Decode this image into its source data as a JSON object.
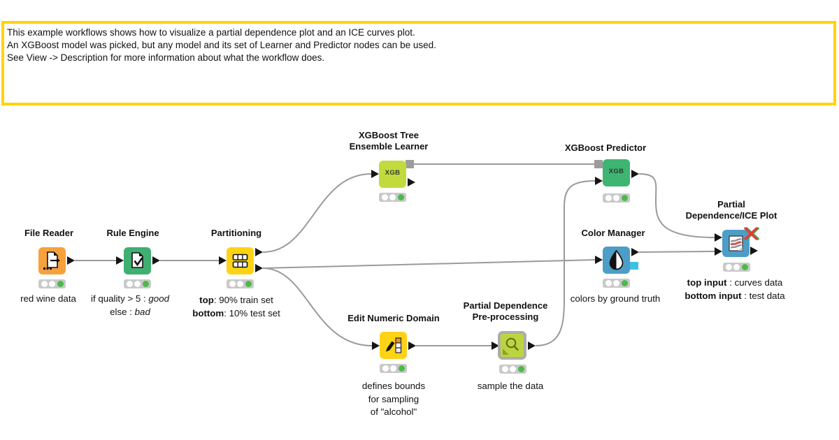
{
  "annotation": {
    "lines": [
      "This example workflows shows how to visualize a partial dependence plot and an ICE curves plot.",
      "An XGBoost model was picked, but any model and its set of Learner and Predictor nodes can be used.",
      "See View -> Description for more information about what the workflow does."
    ]
  },
  "nodes": {
    "file_reader": {
      "title": "File Reader",
      "comment": "red wine data"
    },
    "rule_engine": {
      "title": "Rule Engine",
      "c1_normal": "if quality > 5 : ",
      "c1_italic": "good",
      "c2_normal": "else : ",
      "c2_italic": "bad"
    },
    "partitioning": {
      "title": "Partitioning",
      "c1_bold": "top",
      "c1_rest": ": 90% train set",
      "c2_bold": "bottom",
      "c2_rest": ": 10% test set"
    },
    "xgb_learner": {
      "title_l1": "XGBoost Tree",
      "title_l2": "Ensemble Learner",
      "badge": "XGB"
    },
    "xgb_predictor": {
      "title": "XGBoost Predictor",
      "badge": "XGB"
    },
    "color_manager": {
      "title": "Color Manager",
      "comment": "colors by ground truth"
    },
    "edit_numeric_domain": {
      "title": "Edit Numeric Domain",
      "c1": "defines bounds",
      "c2": "for sampling",
      "c3": "of \"alcohol\""
    },
    "pd_preprocessing": {
      "title_l1": "Partial Dependence",
      "title_l2": "Pre-processing",
      "comment": "sample the data"
    },
    "pd_ice_plot": {
      "title_l1": "Partial",
      "title_l2": "Dependence/ICE Plot",
      "c1_bold": "top input",
      "c1_rest": " : curves data",
      "c2_bold": "bottom input",
      "c2_rest": " : test data"
    }
  },
  "status": {
    "all_nodes": "executed (green)"
  },
  "colors": {
    "annotation_border": "#FFD401",
    "wire": "#9A9A9A",
    "source_orange": "#F6A13C",
    "manipulator_yellow": "#FDD316",
    "rule_green": "#3FAF72",
    "learner_chartreuse": "#C3DA3E",
    "predictor_green": "#3EB573",
    "viewer_blue": "#4D9EC7",
    "component_green": "#BCD53F",
    "component_border": "#ACACAC",
    "status_green": "#4CBA47",
    "model_port_gray": "#9C9C9C",
    "color_port_cyan": "#3EC1E0",
    "error_x_red": "#E23E36"
  }
}
